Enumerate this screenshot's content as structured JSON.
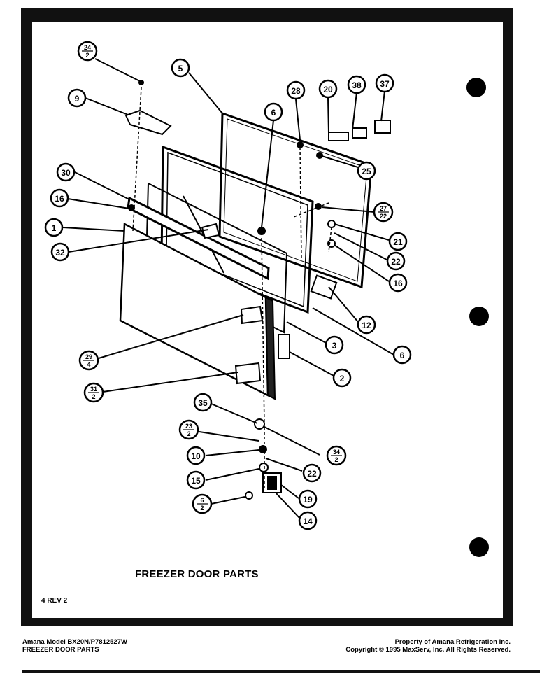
{
  "diagram": {
    "caption": "FREEZER DOOR PARTS",
    "revision": "4 REV 2",
    "callouts": [
      {
        "id": "c-24-2",
        "num": "24",
        "den": "2"
      },
      {
        "id": "c-9",
        "label": "9"
      },
      {
        "id": "c-30",
        "label": "30"
      },
      {
        "id": "c-16a",
        "label": "16"
      },
      {
        "id": "c-1",
        "label": "1"
      },
      {
        "id": "c-32",
        "label": "32"
      },
      {
        "id": "c-5",
        "label": "5"
      },
      {
        "id": "c-6a",
        "label": "6"
      },
      {
        "id": "c-28",
        "label": "28"
      },
      {
        "id": "c-20",
        "label": "20"
      },
      {
        "id": "c-38",
        "label": "38"
      },
      {
        "id": "c-37",
        "label": "37"
      },
      {
        "id": "c-25",
        "label": "25"
      },
      {
        "id": "c-27-22",
        "num": "27",
        "den": "22"
      },
      {
        "id": "c-21",
        "label": "21"
      },
      {
        "id": "c-22a",
        "label": "22"
      },
      {
        "id": "c-16b",
        "label": "16"
      },
      {
        "id": "c-12",
        "label": "12"
      },
      {
        "id": "c-3",
        "label": "3"
      },
      {
        "id": "c-6b",
        "label": "6"
      },
      {
        "id": "c-2",
        "label": "2"
      },
      {
        "id": "c-29-4",
        "num": "29",
        "den": "4"
      },
      {
        "id": "c-31-2",
        "num": "31",
        "den": "2"
      },
      {
        "id": "c-35",
        "label": "35"
      },
      {
        "id": "c-23-2",
        "num": "23",
        "den": "2"
      },
      {
        "id": "c-34-2",
        "num": "34",
        "den": "2"
      },
      {
        "id": "c-10",
        "label": "10"
      },
      {
        "id": "c-22b",
        "label": "22"
      },
      {
        "id": "c-15",
        "label": "15"
      },
      {
        "id": "c-19",
        "label": "19"
      },
      {
        "id": "c-6-2",
        "num": "6",
        "den": "2"
      },
      {
        "id": "c-14",
        "label": "14"
      }
    ]
  },
  "footer": {
    "left_line1": "Amana Model BX20N/P7812527W",
    "left_line2": "FREEZER DOOR PARTS",
    "right_line1": "Property of Amana Refrigeration Inc.",
    "right_line2": "Copyright © 1995 MaxServ, Inc.  All Rights Reserved."
  }
}
